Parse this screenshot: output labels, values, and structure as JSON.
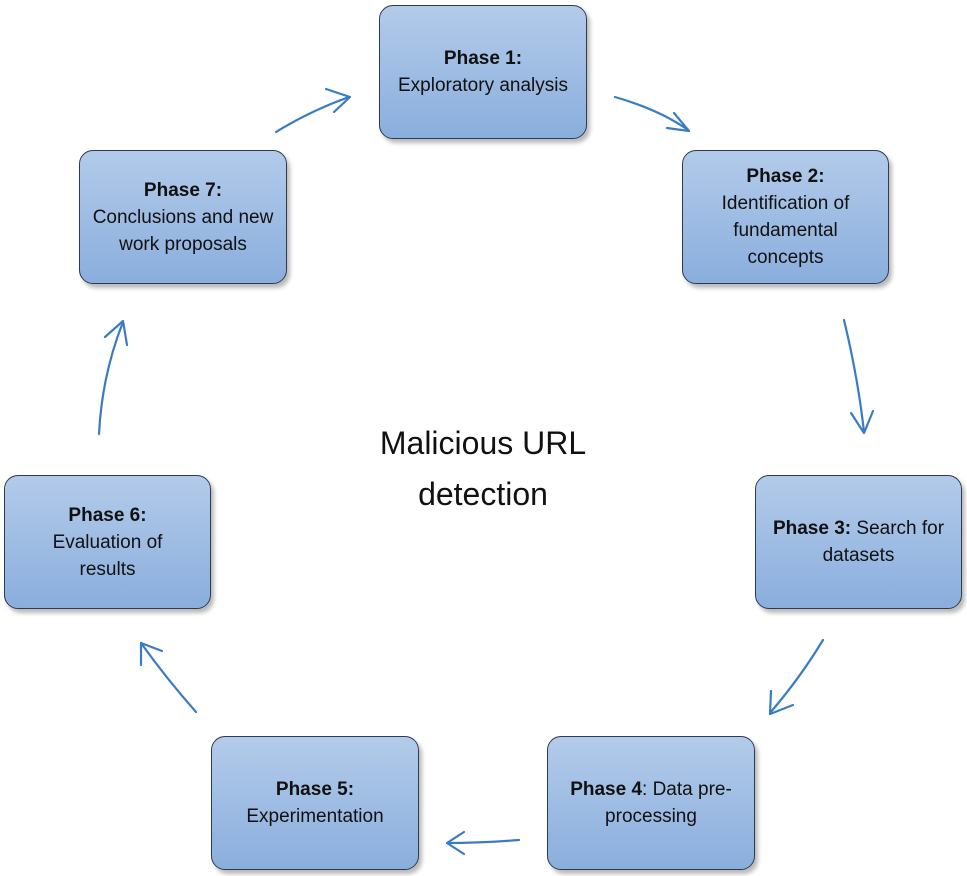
{
  "diagram": {
    "center_title": "Malicious URL detection",
    "phases": [
      {
        "id": "phase-1",
        "label": "Phase 1:",
        "label_break": true,
        "text": "Exploratory analysis"
      },
      {
        "id": "phase-2",
        "label": "Phase 2:",
        "label_break": true,
        "text": "Identification of fundamental concepts"
      },
      {
        "id": "phase-3",
        "label": "Phase 3:",
        "label_break": false,
        "text": "Search for datasets"
      },
      {
        "id": "phase-4",
        "label": "Phase 4",
        "label_break": false,
        "text": ": Data pre-processing"
      },
      {
        "id": "phase-5",
        "label": "Phase 5:",
        "label_break": true,
        "text": "Experimentation"
      },
      {
        "id": "phase-6",
        "label": "Phase 6:",
        "label_break": true,
        "text": "Evaluation of results"
      },
      {
        "id": "phase-7",
        "label": "Phase 7:",
        "label_break": true,
        "text": "Conclusions and new work proposals"
      }
    ],
    "arrow_color": "#3a7cc4"
  }
}
